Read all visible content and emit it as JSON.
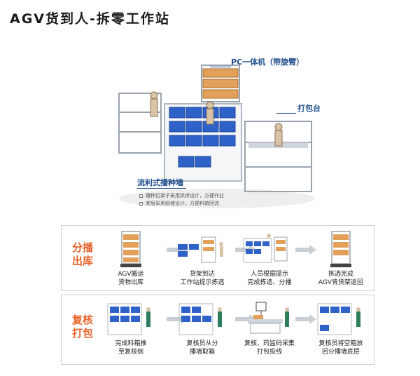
{
  "page_title": "AGV货到人-拆零工作站",
  "hero": {
    "callout_pc": "PC一体机（带旋臂）",
    "callout_pack": "打包台",
    "callout_wall": "流利式播种墙",
    "notes": [
      "播种位架子采用拱桥设计，方便作业",
      "底层采用斜坡设计，方便料箱回流"
    ]
  },
  "flow_sort": {
    "label_line1": "分播",
    "label_line2": "出库",
    "steps": [
      {
        "line1": "AGV搬运",
        "line2": "货物出库"
      },
      {
        "line1": "货架到达",
        "line2": "工作站提示拣选"
      },
      {
        "line1": "人员根据提示",
        "line2": "完成拣选、分播"
      },
      {
        "line1": "拣选完成",
        "line2": "AGV背货架返回"
      }
    ]
  },
  "flow_check": {
    "label_line1": "复核",
    "label_line2": "打包",
    "steps": [
      {
        "line1": "完成料箱推",
        "line2": "至复核侧"
      },
      {
        "line1": "复核员从分",
        "line2": "播墙取箱"
      },
      {
        "line1": "复核、药监码采集",
        "line2": "打包投线"
      },
      {
        "line1": "复核员将空箱放",
        "line2": "回分播墙底层"
      }
    ]
  },
  "colors": {
    "accent_orange": "#e8622a",
    "callout_blue": "#1f4e8c",
    "bin_blue": "#2f62c8"
  }
}
